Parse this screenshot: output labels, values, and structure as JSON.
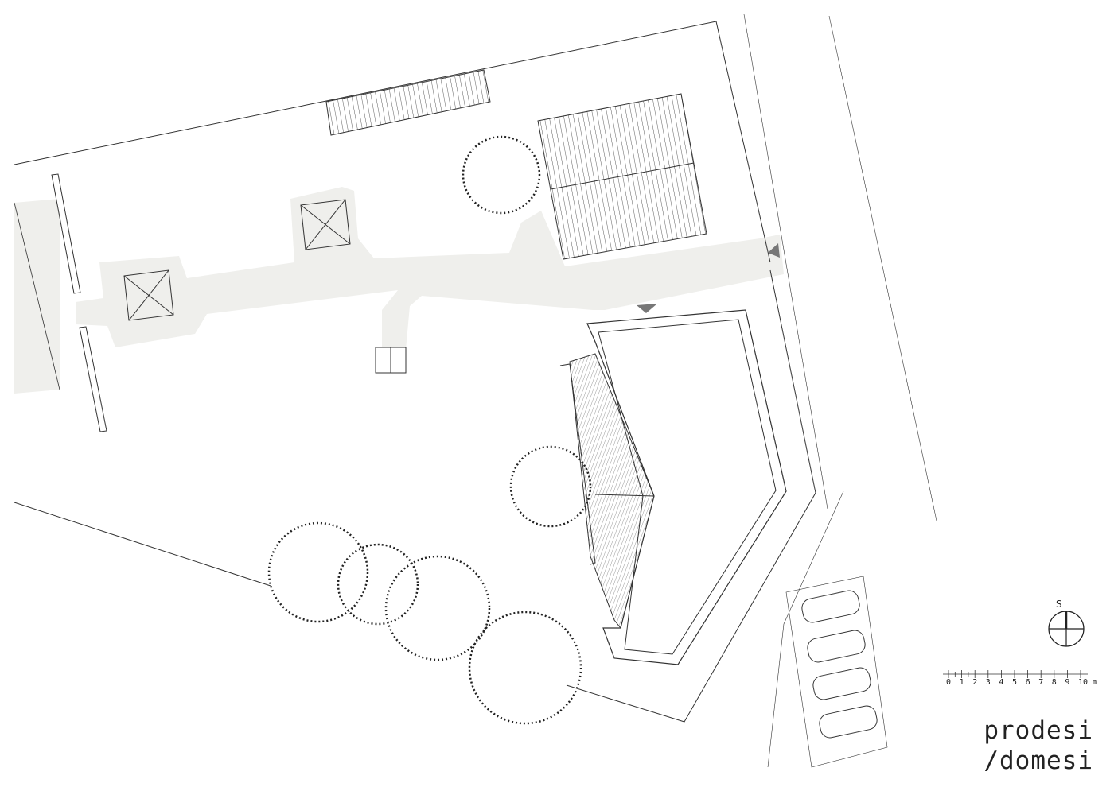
{
  "drawing": {
    "type": "site plan",
    "north_label": "S",
    "scale_bar": {
      "ticks": [
        "0",
        "1",
        "2",
        "3",
        "4",
        "5",
        "6",
        "7",
        "8",
        "9",
        "10"
      ],
      "unit": "m"
    },
    "brand": {
      "line1": "prodesi",
      "line2": "/domesi"
    },
    "colors": {
      "line": "#222222",
      "path_fill": "#efefec",
      "arrow": "#777777"
    }
  }
}
